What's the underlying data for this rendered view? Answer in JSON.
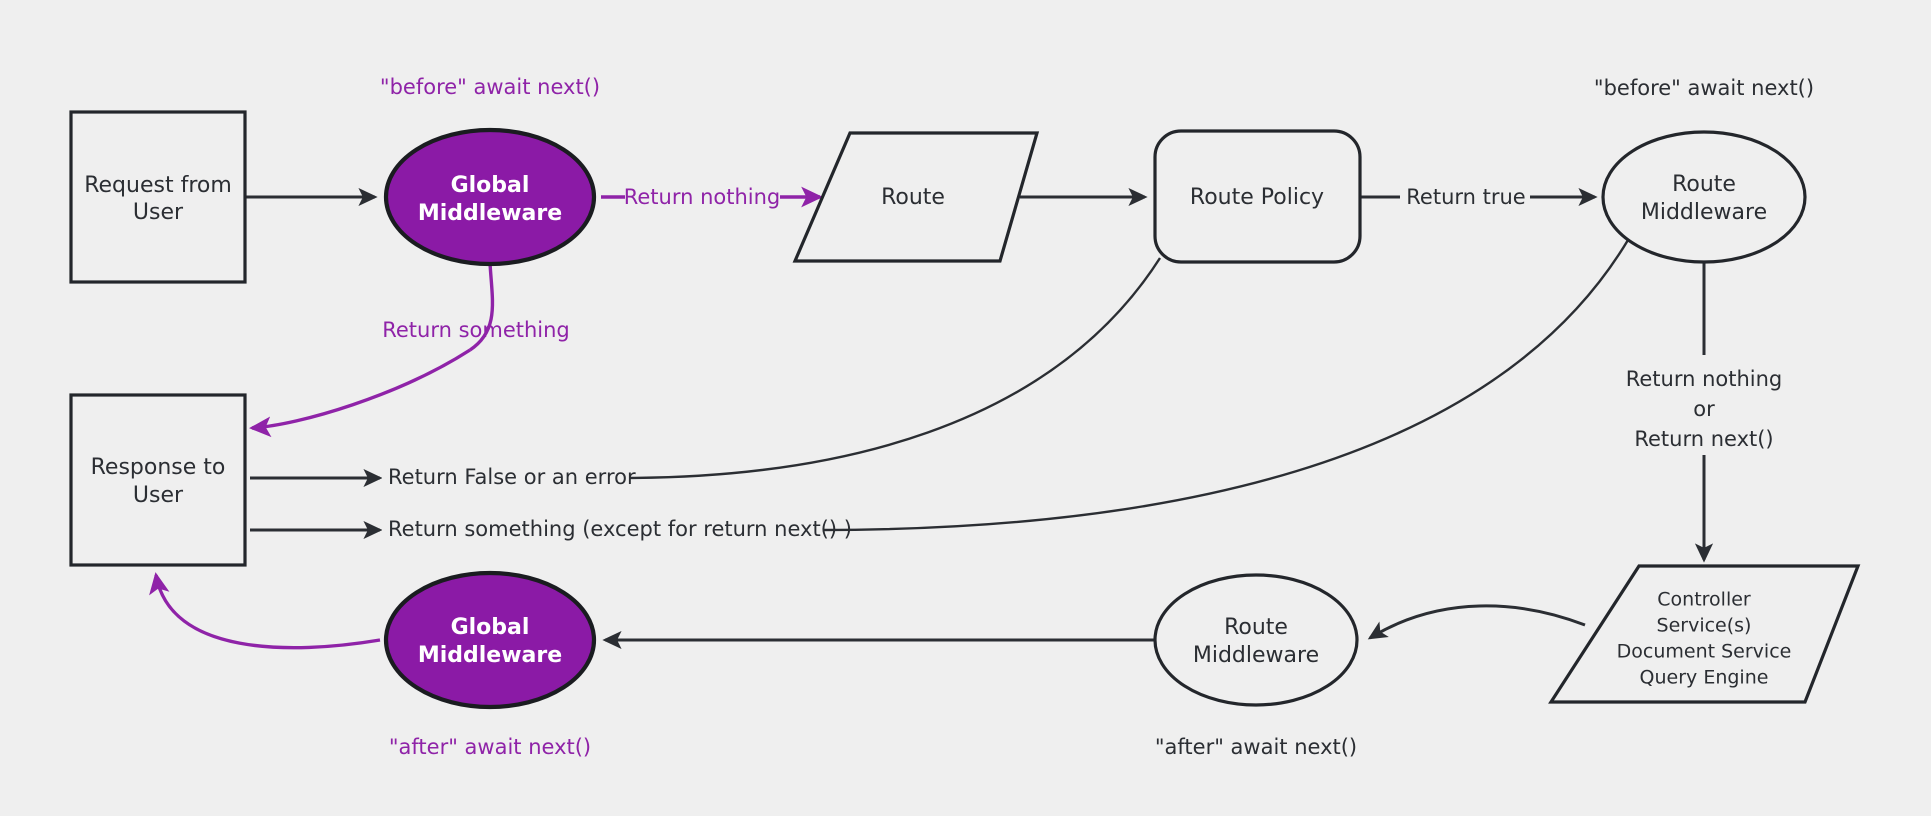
{
  "diagram": {
    "title": "Middleware request/response flow",
    "background_color": "#efefef",
    "accent_color": "#8f23a8",
    "purple_fill": "#8b1aa6",
    "stroke_color": "#2b2e33",
    "nodes": {
      "request": {
        "line1": "Request from",
        "line2": "User",
        "shape": "rectangle"
      },
      "global_mw_top": {
        "line1": "Global",
        "line2": "Middleware",
        "shape": "ellipse"
      },
      "route": {
        "line1": "Route",
        "shape": "parallelogram"
      },
      "route_policy": {
        "line1": "Route Policy",
        "shape": "rounded-rectangle"
      },
      "route_mw_top": {
        "line1": "Route",
        "line2": "Middleware",
        "shape": "ellipse"
      },
      "controller": {
        "line1": "Controller",
        "line2": "Service(s)",
        "line3": "Document Service",
        "line4": "Query Engine",
        "shape": "parallelogram"
      },
      "route_mw_bottom": {
        "line1": "Route",
        "line2": "Middleware",
        "shape": "ellipse"
      },
      "global_mw_bottom": {
        "line1": "Global",
        "line2": "Middleware",
        "shape": "ellipse"
      },
      "response": {
        "line1": "Response to",
        "line2": "User",
        "shape": "rectangle"
      }
    },
    "notes": {
      "before_await_next_left": "\"before\" await next()",
      "before_await_next_right": "\"before\" await next()",
      "after_await_next_left": "\"after\" await next()",
      "after_await_next_right": "\"after\" await next()"
    },
    "edge_labels": {
      "return_nothing": "Return nothing",
      "return_something": "Return something",
      "return_true": "Return true",
      "return_nothing_or_next_1": "Return nothing",
      "return_nothing_or_next_2": "or",
      "return_nothing_or_next_3": "Return next()",
      "return_false_or_error": "Return False or an error",
      "return_something_except": "Return something (except for return next() )"
    }
  }
}
